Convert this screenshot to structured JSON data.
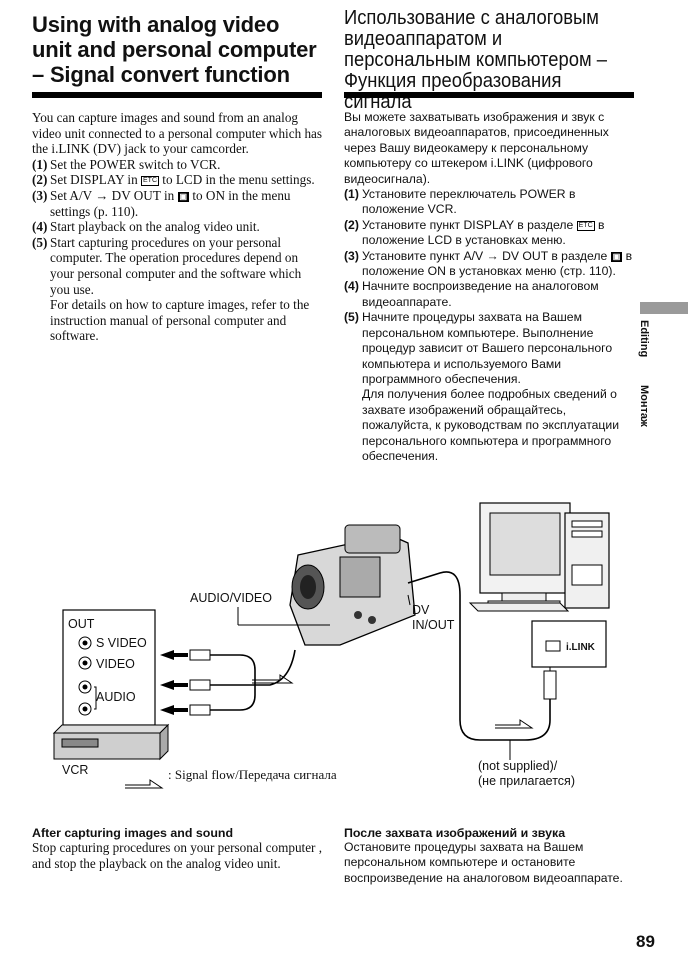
{
  "title_en": "Using with analog video unit and personal computer – Signal convert function",
  "title_ru": "Использование с аналоговым видеоаппаратом и персональным компьютером – Функция преобразования сигнала",
  "en": {
    "intro": "You can capture images and sound from an analog video unit connected to a personal computer which has the i.LINK (DV) jack to your camcorder.",
    "steps": [
      {
        "num": "(1)",
        "text": "Set the POWER switch to VCR."
      },
      {
        "num": "(2)",
        "pre": "Set DISPLAY in",
        "icon": "ETC",
        "post": "to LCD in the menu settings."
      },
      {
        "num": "(3)",
        "pre": "Set A/V → DV OUT in",
        "icon": "VTR",
        "post": "to ON in the menu settings (p. 110)."
      },
      {
        "num": "(4)",
        "text": "Start playback on the analog video unit."
      },
      {
        "num": "(5)",
        "text": "Start capturing procedures on your personal computer. The operation procedures depend on your personal computer and the software which you use."
      }
    ],
    "details": "For details on how to capture images, refer to the instruction manual of personal computer and software.",
    "after_heading": "After capturing images and sound",
    "after_text": "Stop capturing procedures on your personal computer , and stop the playback on the analog video unit."
  },
  "ru": {
    "intro": "Вы можете захватывать изображения и звук с аналоговых видеоаппаратов, присоединенных через Вашу видеокамеру к персональному компьютеру со штекером i.LINK (цифрового видеосигнала).",
    "steps": [
      {
        "num": "(1)",
        "text": "Установите переключатель POWER в положение VCR."
      },
      {
        "num": "(2)",
        "pre": "Установите пункт DISPLAY в разделе",
        "icon": "ETC",
        "post": "в положение LCD в установках меню."
      },
      {
        "num": "(3)",
        "pre": "Установите пункт A/V → DV OUT в разделе",
        "icon": "VTR",
        "post": "в положение ON в установках меню (стр. 110)."
      },
      {
        "num": "(4)",
        "text": "Начните воспроизведение на аналоговом видеоаппарате."
      },
      {
        "num": "(5)",
        "text": "Начните процедуры захвата на Вашем персональном компьютере. Выполнение процедур зависит от Вашего персонального компьютера и используемого Вами программного обеспечения."
      }
    ],
    "details": "Для получения более подробных сведений о захвате изображений обращайтесь, пожалуйста, к руководствам по эксплуатации персонального компьютера и программного обеспечения.",
    "after_heading": "После захвата изображений и звука",
    "after_text": "Остановите процедуры захвата на Вашем персональном компьютере и остановите воспроизведение на аналоговом видеоаппарате."
  },
  "diagram": {
    "audio_video": "AUDIO/VIDEO",
    "dv_in_out": "DV\nIN/OUT",
    "out": "OUT",
    "s_video": "S VIDEO",
    "video": "VIDEO",
    "audio": "AUDIO",
    "vcr": "VCR",
    "ilink": "i.LINK",
    "signal_flow": ": Signal flow/Передача сигнала",
    "not_supplied": "(not supplied)/\n(не прилагается)"
  },
  "side_tab": {
    "en": "Editing",
    "ru": "Монтаж"
  },
  "page_number": "89",
  "colors": {
    "text": "#111111",
    "tab": "#9a9a9a"
  }
}
